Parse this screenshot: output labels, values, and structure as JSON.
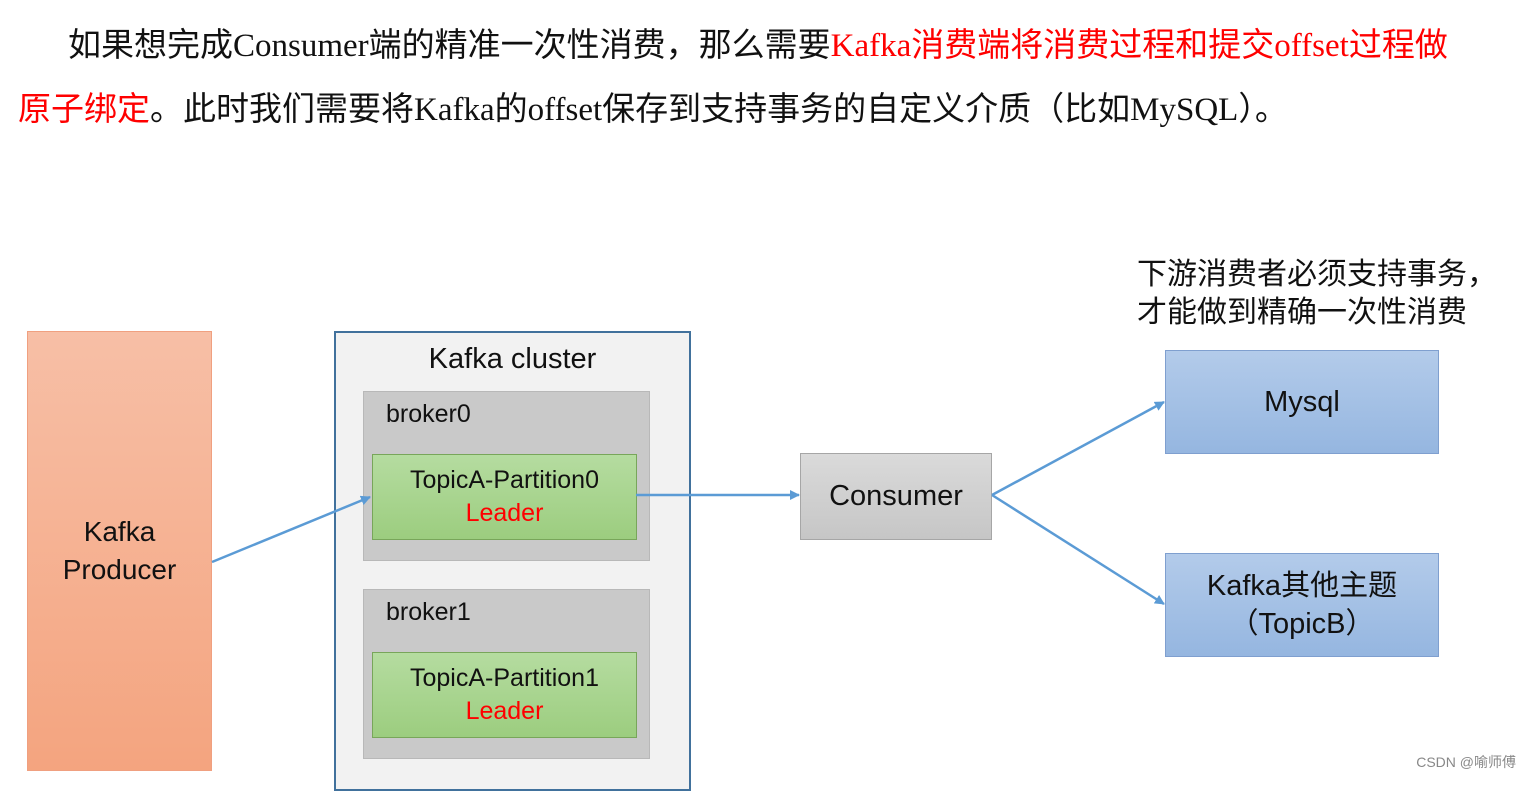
{
  "paragraph": {
    "part1": "如果想完成Consumer端的精准一次性消费，那么需要",
    "highlight": "Kafka消费端将消费过程和提交offset过程做原子绑定",
    "part2": "。此时我们需要将Kafka的offset保存到支持事务的自定义介质（比如MySQL）。"
  },
  "note": {
    "line1": "下游消费者必须支持事务，",
    "line2": "才能做到精确一次性消费"
  },
  "producer": {
    "line1": "Kafka",
    "line2": "Producer"
  },
  "cluster": {
    "title": "Kafka cluster",
    "brokers": [
      {
        "label": "broker0",
        "partition": "TopicA-Partition0",
        "role": "Leader"
      },
      {
        "label": "broker1",
        "partition": "TopicA-Partition1",
        "role": "Leader"
      }
    ]
  },
  "consumer": {
    "label": "Consumer"
  },
  "targets": [
    {
      "line1": "Mysql",
      "line2": ""
    },
    {
      "line1": "Kafka其他主题",
      "line2": "（TopicB）"
    }
  ],
  "watermark": "CSDN @喻师傅",
  "colors": {
    "highlight": "#ff0000",
    "leader": "#ff0000",
    "arrow": "#5b9bd5",
    "cluster_border": "#41719c"
  }
}
